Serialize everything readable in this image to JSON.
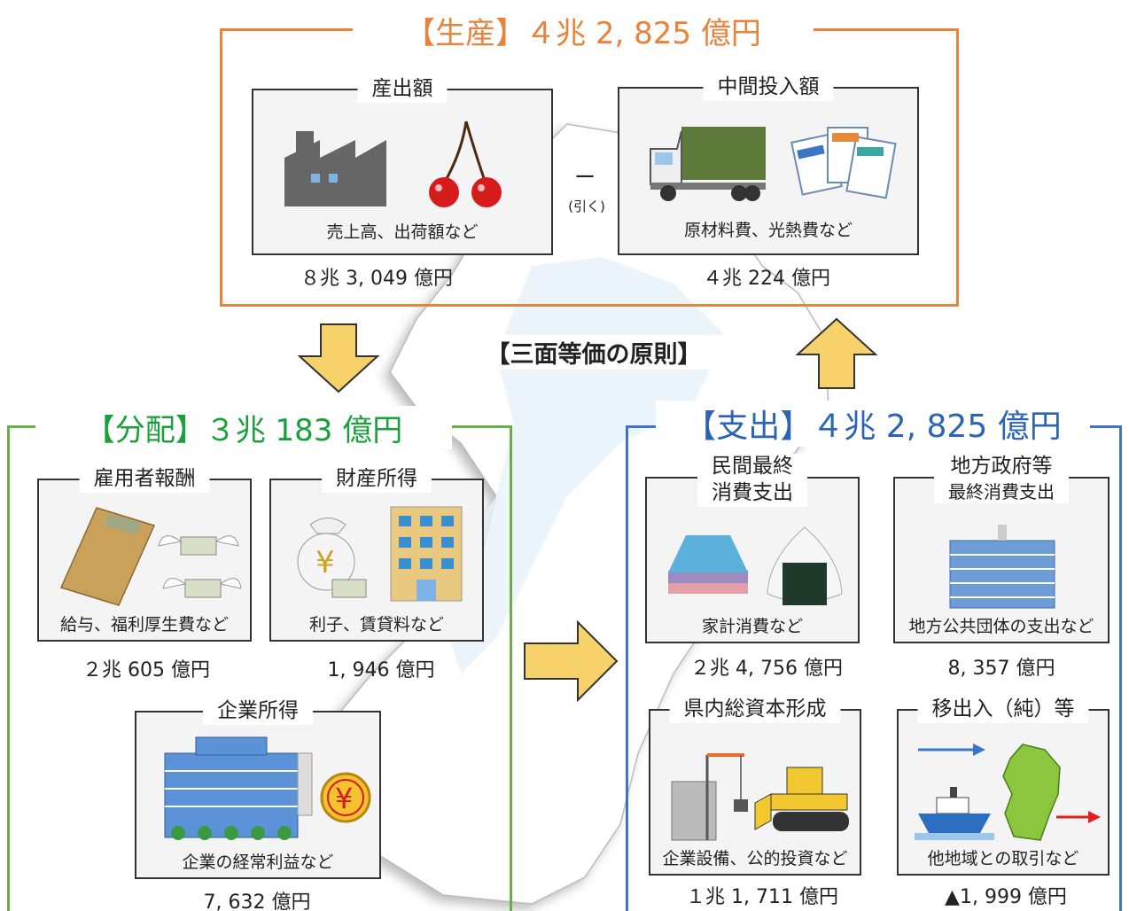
{
  "center_title": "【三面等価の原則】",
  "production": {
    "title": "【生産】４兆 2, 825 億円",
    "color": "#E9823A",
    "minus_symbol": "ー",
    "minus_note": "(引く)",
    "output": {
      "title": "産出額",
      "caption": "売上高、出荷額など",
      "value": "８兆 3, 049 億円",
      "icons": [
        "factory-icon",
        "cherry-icon"
      ]
    },
    "intermediate": {
      "title": "中間投入額",
      "caption": "原材料費、光熱費など",
      "value": "４兆 224 億円",
      "icons": [
        "truck-icon",
        "utility-bills-icon"
      ]
    }
  },
  "distribution": {
    "title": "【分配】３兆 183 億円",
    "color": "#19A03C",
    "frame_color": "#6AAE45",
    "employee": {
      "title": "雇用者報酬",
      "caption": "給与、福利厚生費など",
      "value": "２兆 605 億円",
      "icons": [
        "salary-envelope-icon",
        "flying-money-icon"
      ]
    },
    "property": {
      "title": "財産所得",
      "caption": "利子、賃貸料など",
      "value": "1, 946 億円",
      "icons": [
        "yen-bag-icon",
        "apartment-icon"
      ]
    },
    "corporate": {
      "title": "企業所得",
      "caption": "企業の経常利益など",
      "value": "7, 632 億円",
      "icons": [
        "hotel-building-icon",
        "yen-coin-icon"
      ]
    }
  },
  "expenditure": {
    "title": "【支出】４兆 2, 825 億円",
    "color": "#2A64B4",
    "frame_color": "#4472C4",
    "private": {
      "title_line1": "民間最終",
      "title_line2": "消費支出",
      "caption": "家計消費など",
      "value": "２兆 4, 756 億円",
      "icons": [
        "clothes-icon",
        "onigiri-icon"
      ]
    },
    "government": {
      "title_line1": "地方政府等",
      "title_line2": "最終消費支出",
      "caption": "地方公共団体の支出など",
      "value": "8, 357 億円",
      "icons": [
        "government-building-icon"
      ]
    },
    "capital": {
      "title": "県内総資本形成",
      "caption": "企業設備、公的投資など",
      "value": "１兆 1, 711 億円",
      "icons": [
        "construction-crane-icon",
        "bulldozer-icon"
      ]
    },
    "net_trade": {
      "title": "移出入（純）等",
      "caption": "他地域との取引など",
      "value": "▲1, 999 億円",
      "icons": [
        "ship-icon",
        "prefecture-map-icon",
        "arrow-right-icon"
      ]
    }
  },
  "arrow_color": "#F7D26A"
}
